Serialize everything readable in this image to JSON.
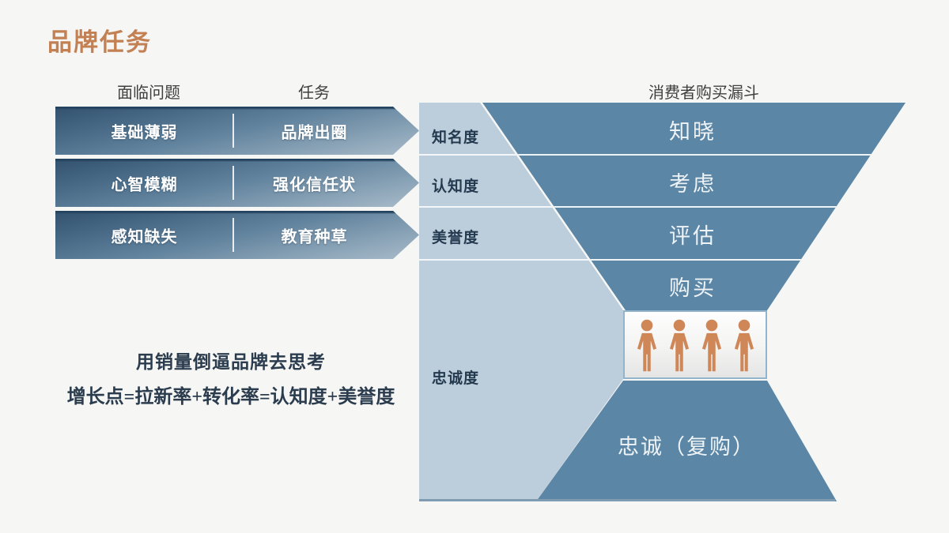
{
  "slide": {
    "title": "品牌任务"
  },
  "headers": {
    "problems": "面临问题",
    "tasks": "任务",
    "funnel": "消费者购买漏斗"
  },
  "arrow_rows": [
    {
      "problem": "基础薄弱",
      "task": "品牌出圈"
    },
    {
      "problem": "心智模糊",
      "task": "强化信任状"
    },
    {
      "problem": "感知缺失",
      "task": "教育种草"
    }
  ],
  "funnel": {
    "left_labels": [
      "知名度",
      "认知度",
      "美誉度",
      "忠诚度"
    ],
    "stages": [
      "知晓",
      "考虑",
      "评估",
      "购买"
    ],
    "bottom_stage": "忠诚（复购）",
    "people_icon_count": 4
  },
  "notes": {
    "line1": "用销量倒逼品牌去思考",
    "line2": "增长点=拉新率+转化率=认知度+美誉度"
  },
  "colors": {
    "background": "#f6f6f4",
    "title": "#c28053",
    "funnel_band": "#5b86a6",
    "funnel_light_panel": "#bccddc",
    "arrow_gradient_top": "#31516e",
    "arrow_gradient_bottom": "#a9bcca",
    "person_icon": "#cf8758",
    "navy_text": "#243a4f",
    "stage_text": "#eef3f6"
  }
}
